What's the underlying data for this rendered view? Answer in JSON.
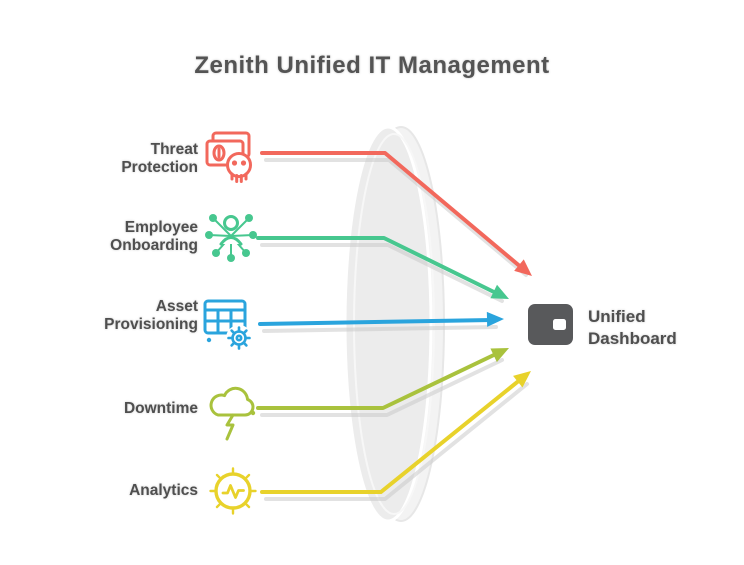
{
  "title": "Zenith Unified IT Management",
  "items": [
    {
      "line1": "Threat",
      "line2": "Protection",
      "icon": "money-skull-threat-icon",
      "color": "#f2685c"
    },
    {
      "line1": "Employee",
      "line2": "Onboarding",
      "icon": "person-network-icon",
      "color": "#47c78f"
    },
    {
      "line1": "Asset",
      "line2": "Provisioning",
      "icon": "server-grid-gear-icon",
      "color": "#2aa4dd"
    },
    {
      "line1": "Downtime",
      "line2": "",
      "icon": "cloud-lightning-icon",
      "color": "#a9c23d"
    },
    {
      "line1": "Analytics",
      "line2": "",
      "icon": "pulse-gauge-icon",
      "color": "#e8d22b"
    }
  ],
  "output": {
    "line1": "Unified",
    "line2": "Dashboard",
    "icon": "monitor-icon",
    "color": "#58595b"
  },
  "lens": {
    "fill": "#ececec",
    "back_fill": "#f3f3f3",
    "edge": "#ffffff"
  },
  "text_color": "#4f4f4f",
  "background": "#ffffff"
}
